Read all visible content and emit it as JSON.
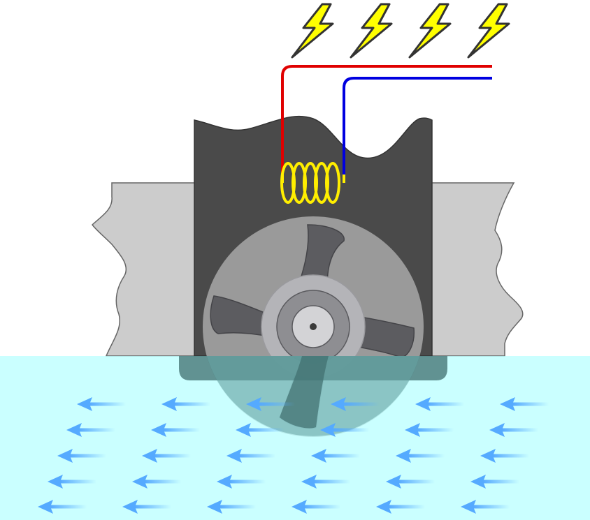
{
  "diagram": {
    "subject": "water-current-turbine-generator",
    "colors": {
      "background": "#ffffff",
      "support": "#cccccc",
      "support_stroke": "#666666",
      "housing": "#4a4a4a",
      "rotor_disc": "#9a9a9a",
      "blade": "#5c5c60",
      "hub_outer": "#b4b4b8",
      "hub_inner": "#8e8e92",
      "shaft": "#d3d3d6",
      "axle": "#3a3a3a",
      "coil": "#ffee00",
      "wire_positive": "#e00000",
      "wire_negative": "#0000e0",
      "bolt_fill": "#ffff00",
      "bolt_stroke": "#333333",
      "water": "#bbffff",
      "submerged_housing": "#3e6e6e",
      "flow_arrow": "#55aaff"
    },
    "icons": {
      "bolt": "lightning-bolt-icon",
      "arrow": "left-arrow-icon",
      "coil": "coil-icon"
    },
    "bolt_count": 4,
    "flow_direction": "left",
    "flow_arrow_rows": 5,
    "flow_arrows_per_row": 6
  }
}
